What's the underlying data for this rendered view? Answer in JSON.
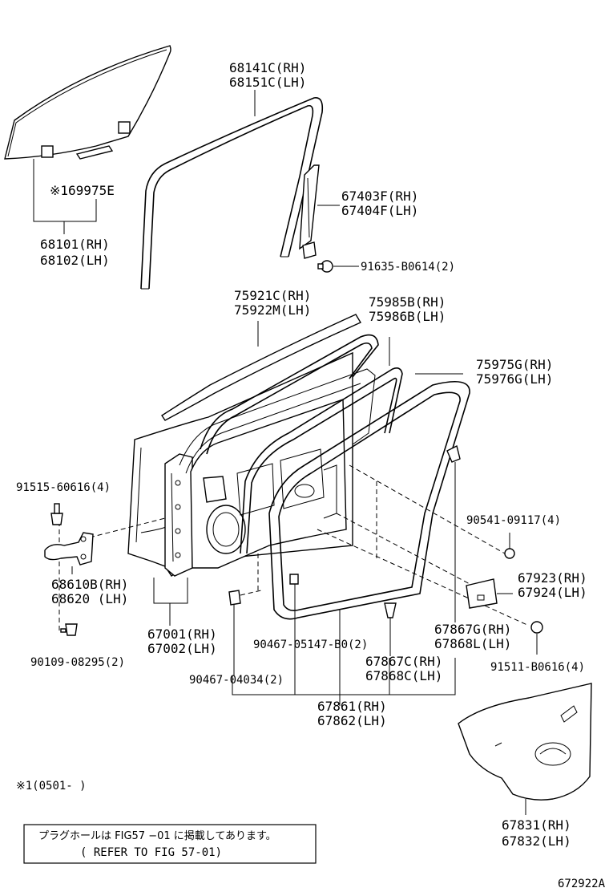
{
  "labels": {
    "window_glass": [
      "68101(RH)",
      "68102(LH)"
    ],
    "glass_note": "※169975E",
    "run_channel": [
      "68141C(RH)",
      "68151C(LH)"
    ],
    "rear_channel": [
      "67403F(RH)",
      "67404F(LH)"
    ],
    "channel_bolt": "91635-B0614(2)",
    "belt_molding": [
      "75921C(RH)",
      "75922M(LH)"
    ],
    "weatherstrip_outer": [
      "75985B(RH)",
      "75986B(LH)"
    ],
    "weatherstrip_inner": [
      "75975G(RH)",
      "75976G(LH)"
    ],
    "hinge_bolt": "91515-60616(4)",
    "clip_90541": "90541-09117(4)",
    "hinge": [
      "68610B(RH)",
      "68620 (LH)"
    ],
    "hinge_bolt_lower": "90109-08295(2)",
    "door_panel": [
      "67001(RH)",
      "67002(LH)"
    ],
    "service_cover": [
      "67923(RH)",
      "67924(LH)"
    ],
    "clip_90467_b": "90467-05147-B0(2)",
    "clip_67867g": [
      "67867G(RH)",
      "67868L(LH)"
    ],
    "clip_67867c": [
      "67867C(RH)",
      "67868C(LH)"
    ],
    "bolt_91511": "91511-B0616(4)",
    "clip_90467_a": "90467-04034(2)",
    "door_weatherstrip": [
      "67861(RH)",
      "67862(LH)"
    ],
    "trim_board": [
      "67831(RH)",
      "67832(LH)"
    ],
    "date_note": "※1(0501-   )"
  },
  "reference_box": {
    "line1": "プラグホールは FIG57 −01 に掲載してあります。",
    "line2": "( REFER TO FIG 57-01)"
  },
  "figure_id": "672922A"
}
